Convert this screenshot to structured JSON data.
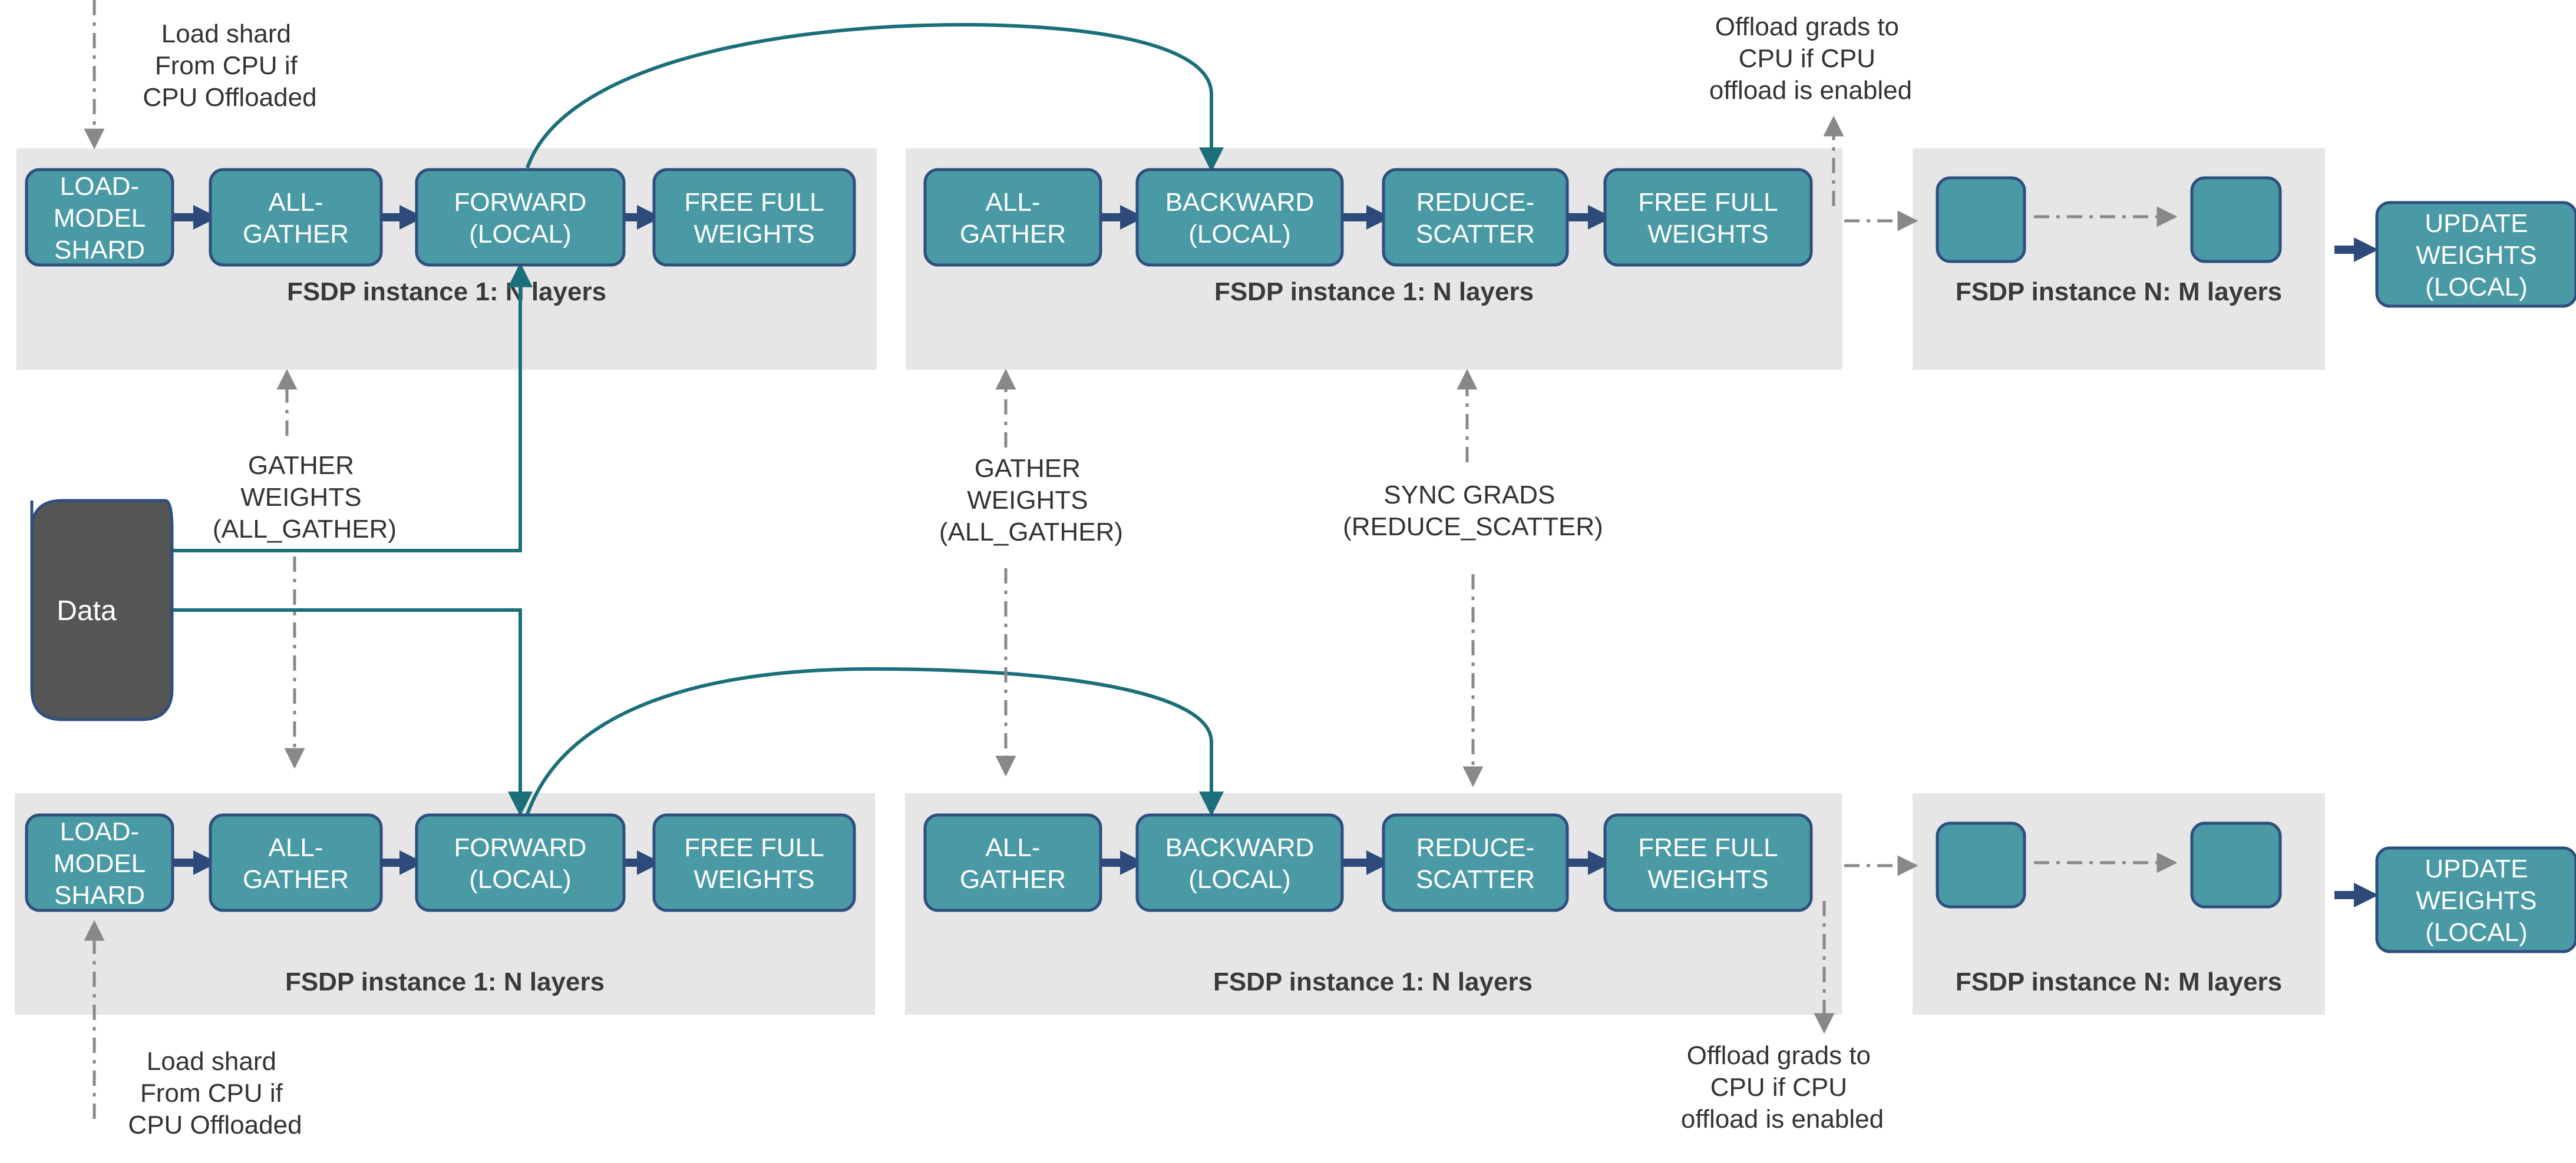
{
  "colors": {
    "panel": "#e6e6e6",
    "box_fill": "#4a9aa5",
    "box_stroke": "#2f4f7f",
    "data_fill": "#555555",
    "data_stroke": "#2f4f7f",
    "teal_line": "#1b6f7a",
    "navy_arrow": "#2e4a7a",
    "gray_line": "#888888"
  },
  "data_block": {
    "label": "Data"
  },
  "rows": [
    {
      "panels": [
        {
          "label": "FSDP instance 1: N layers"
        },
        {
          "label": "FSDP instance 1: N layers"
        },
        {
          "label": "FSDP instance N: M layers"
        }
      ],
      "boxes": [
        [
          "LOAD-",
          "MODEL",
          "SHARD"
        ],
        [
          "ALL-",
          "GATHER"
        ],
        [
          "FORWARD",
          "(LOCAL)"
        ],
        [
          "FREE FULL",
          "WEIGHTS"
        ],
        [
          "ALL-",
          "GATHER"
        ],
        [
          "BACKWARD",
          "(LOCAL)"
        ],
        [
          "REDUCE-",
          "SCATTER"
        ],
        [
          "FREE FULL",
          "WEIGHTS"
        ],
        [],
        [],
        [
          "UPDATE",
          "WEIGHTS",
          "(LOCAL)"
        ]
      ]
    },
    {
      "panels": [
        {
          "label": "FSDP instance 1: N layers"
        },
        {
          "label": "FSDP instance 1: N layers"
        },
        {
          "label": "FSDP instance N: M layers"
        }
      ],
      "boxes": [
        [
          "LOAD-",
          "MODEL",
          "SHARD"
        ],
        [
          "ALL-",
          "GATHER"
        ],
        [
          "FORWARD",
          "(LOCAL)"
        ],
        [
          "FREE FULL",
          "WEIGHTS"
        ],
        [
          "ALL-",
          "GATHER"
        ],
        [
          "BACKWARD",
          "(LOCAL)"
        ],
        [
          "REDUCE-",
          "SCATTER"
        ],
        [
          "FREE FULL",
          "WEIGHTS"
        ],
        [],
        [],
        [
          "UPDATE",
          "WEIGHTS",
          "(LOCAL)"
        ]
      ]
    }
  ],
  "notes": {
    "load_shard_top": [
      "Load shard",
      "From CPU if",
      "CPU Offloaded"
    ],
    "load_shard_bottom": [
      "Load shard",
      "From CPU if",
      "CPU Offloaded"
    ],
    "offload_top": [
      "Offload grads to",
      "CPU if CPU",
      "offload is enabled"
    ],
    "offload_bottom": [
      "Offload grads to",
      "CPU if CPU",
      "offload is enabled"
    ],
    "gather_left": [
      "GATHER",
      "WEIGHTS",
      "(ALL_GATHER)"
    ],
    "gather_mid": [
      "GATHER",
      "WEIGHTS",
      "(ALL_GATHER)"
    ],
    "sync_grads": [
      "SYNC GRADS",
      "(REDUCE_SCATTER)"
    ]
  }
}
